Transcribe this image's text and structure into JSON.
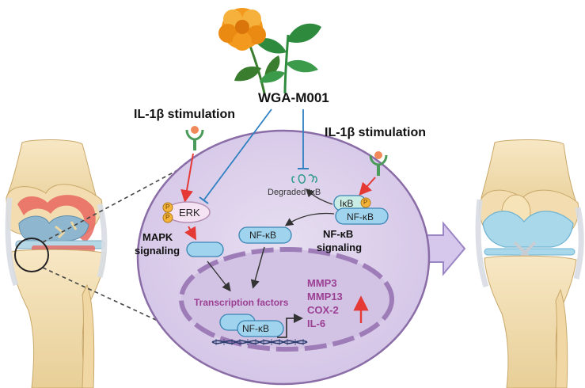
{
  "compound": "WGA-M001",
  "stimulus_left": "IL-1β stimulation",
  "stimulus_right": "IL-1β stimulation",
  "mapk": {
    "erk_label": "ERK",
    "phospho_label": "P",
    "pathway_label_line1": "MAPK",
    "pathway_label_line2": "signaling"
  },
  "nfkb": {
    "degraded_label": "Degraded IκB",
    "ikb_label": "IκB",
    "nfkb_label": "NF-κB",
    "free_nfkb_label": "NF-κB",
    "pathway_label_line1": "NF-κB",
    "pathway_label_line2": "signaling"
  },
  "nucleus": {
    "title": "Transcription factors",
    "dna_bound_label": "NF-κB",
    "genes": [
      "MMP3",
      "MMP13",
      "COX-2",
      "IL-6"
    ],
    "gene_trend": "up"
  },
  "colors": {
    "cell_fill": "#dcd0ea",
    "cell_stroke": "#8a6ca6",
    "nucleus_stroke": "#9a78b5",
    "gene_text": "#9b3f93",
    "activation_arrow": "#e53935",
    "inhibition_line": "#2f7fc1",
    "cartilage_healthy": "#a9d8ea",
    "inflamed_tissue": "#e8675f",
    "bone": "#f2dcae",
    "protein_blue": "#9fd3ee",
    "phospho": "#f4b43a",
    "flower": "#f39a1e",
    "leaf": "#2e8b3e"
  }
}
